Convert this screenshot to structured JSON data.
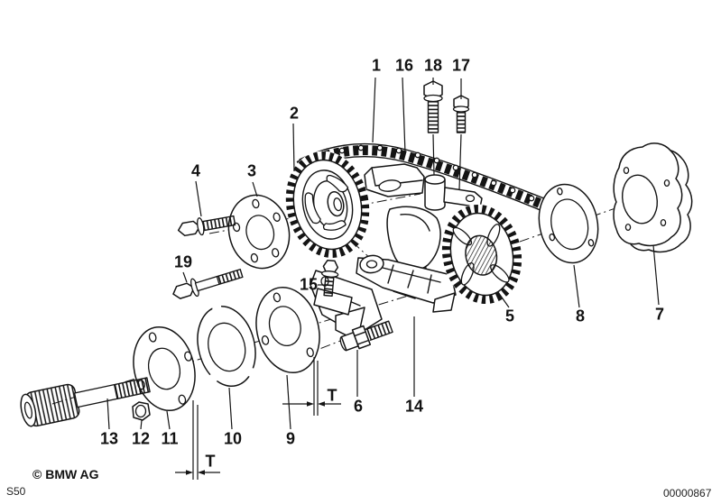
{
  "diagram": {
    "description": "Timing gear train exploded parts diagram",
    "callouts": {
      "n1": "1",
      "n2": "2",
      "n3": "3",
      "n4": "4",
      "n5": "5",
      "n6": "6",
      "n7": "7",
      "n8": "8",
      "n9": "9",
      "n10": "10",
      "n11": "11",
      "n12": "12",
      "n13": "13",
      "n14": "14",
      "n15": "15",
      "n16": "16",
      "n17": "17",
      "n18": "18",
      "n19": "19"
    },
    "dimensions": {
      "upper_label": "T",
      "lower_label": "T"
    }
  },
  "footer": {
    "copyright": "© BMW AG",
    "model_code": "S50",
    "drawing_number": "00000867"
  },
  "colors": {
    "line_art": "#141414",
    "background": "#ffffff"
  }
}
